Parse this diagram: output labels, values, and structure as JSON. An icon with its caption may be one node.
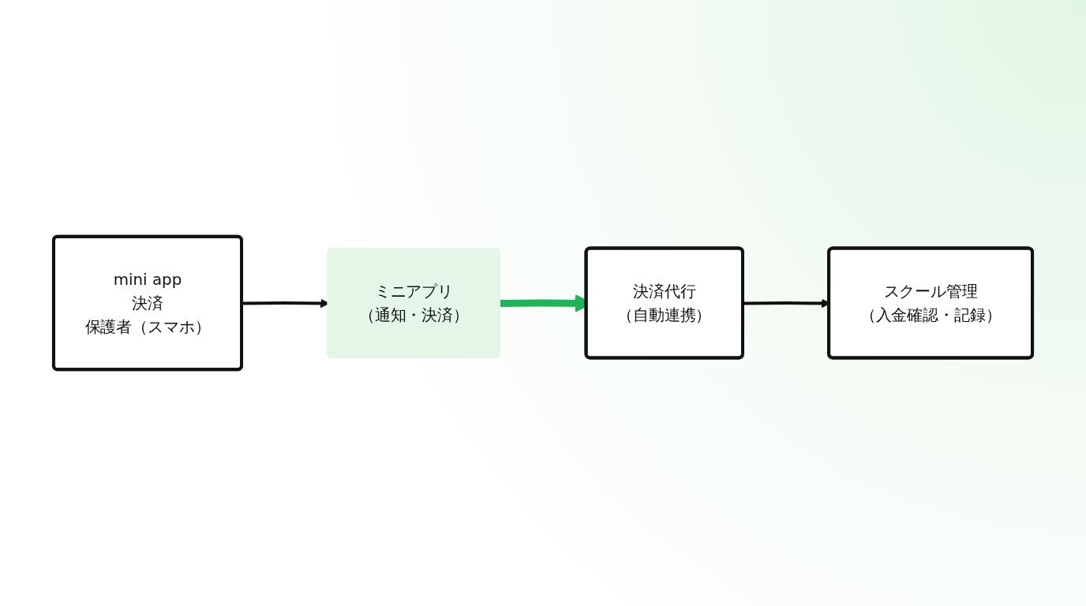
{
  "diagram": {
    "nodes": [
      {
        "text": [
          "mini app",
          "決済",
          "保護者（スマホ）"
        ]
      },
      {
        "text": [
          "ミニアプリ",
          "（通知・決済）"
        ]
      },
      {
        "text": [
          "決済代行",
          "（自動連携）"
        ]
      },
      {
        "text": [
          "スクール管理",
          "（入金確認・記録）"
        ]
      }
    ],
    "edges": [
      {
        "from": 0,
        "to": 1,
        "arrow": "to"
      },
      {
        "from": 1,
        "to": 2,
        "arrow": "to",
        "style": "thick",
        "color": "#1fb457"
      },
      {
        "from": 2,
        "to": 3,
        "arrow": "to"
      }
    ]
  }
}
